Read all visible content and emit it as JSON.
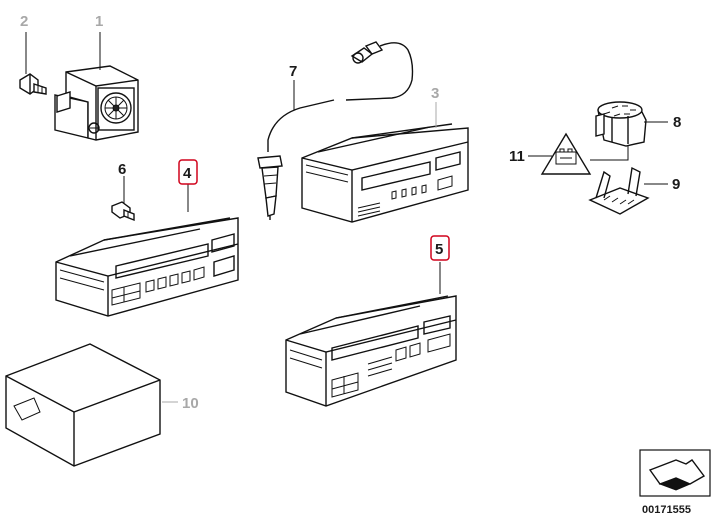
{
  "diagram": {
    "colors": {
      "line": "#111111",
      "grey_callout": "#a8a8a8",
      "highlight": "#d0021b",
      "background": "#ffffff"
    },
    "callouts": {
      "c1": "1",
      "c2": "2",
      "c3": "3",
      "c4": "4",
      "c5": "5",
      "c6": "6",
      "c7": "7",
      "c8": "8",
      "c9": "9",
      "c10": "10",
      "c11": "11"
    },
    "highlighted_callouts": [
      "4",
      "5"
    ],
    "reference_number": "00171555",
    "warning_label_icon": "battery-warning-triangle-icon",
    "logo_icon": "folded-arrow-logo-icon"
  }
}
